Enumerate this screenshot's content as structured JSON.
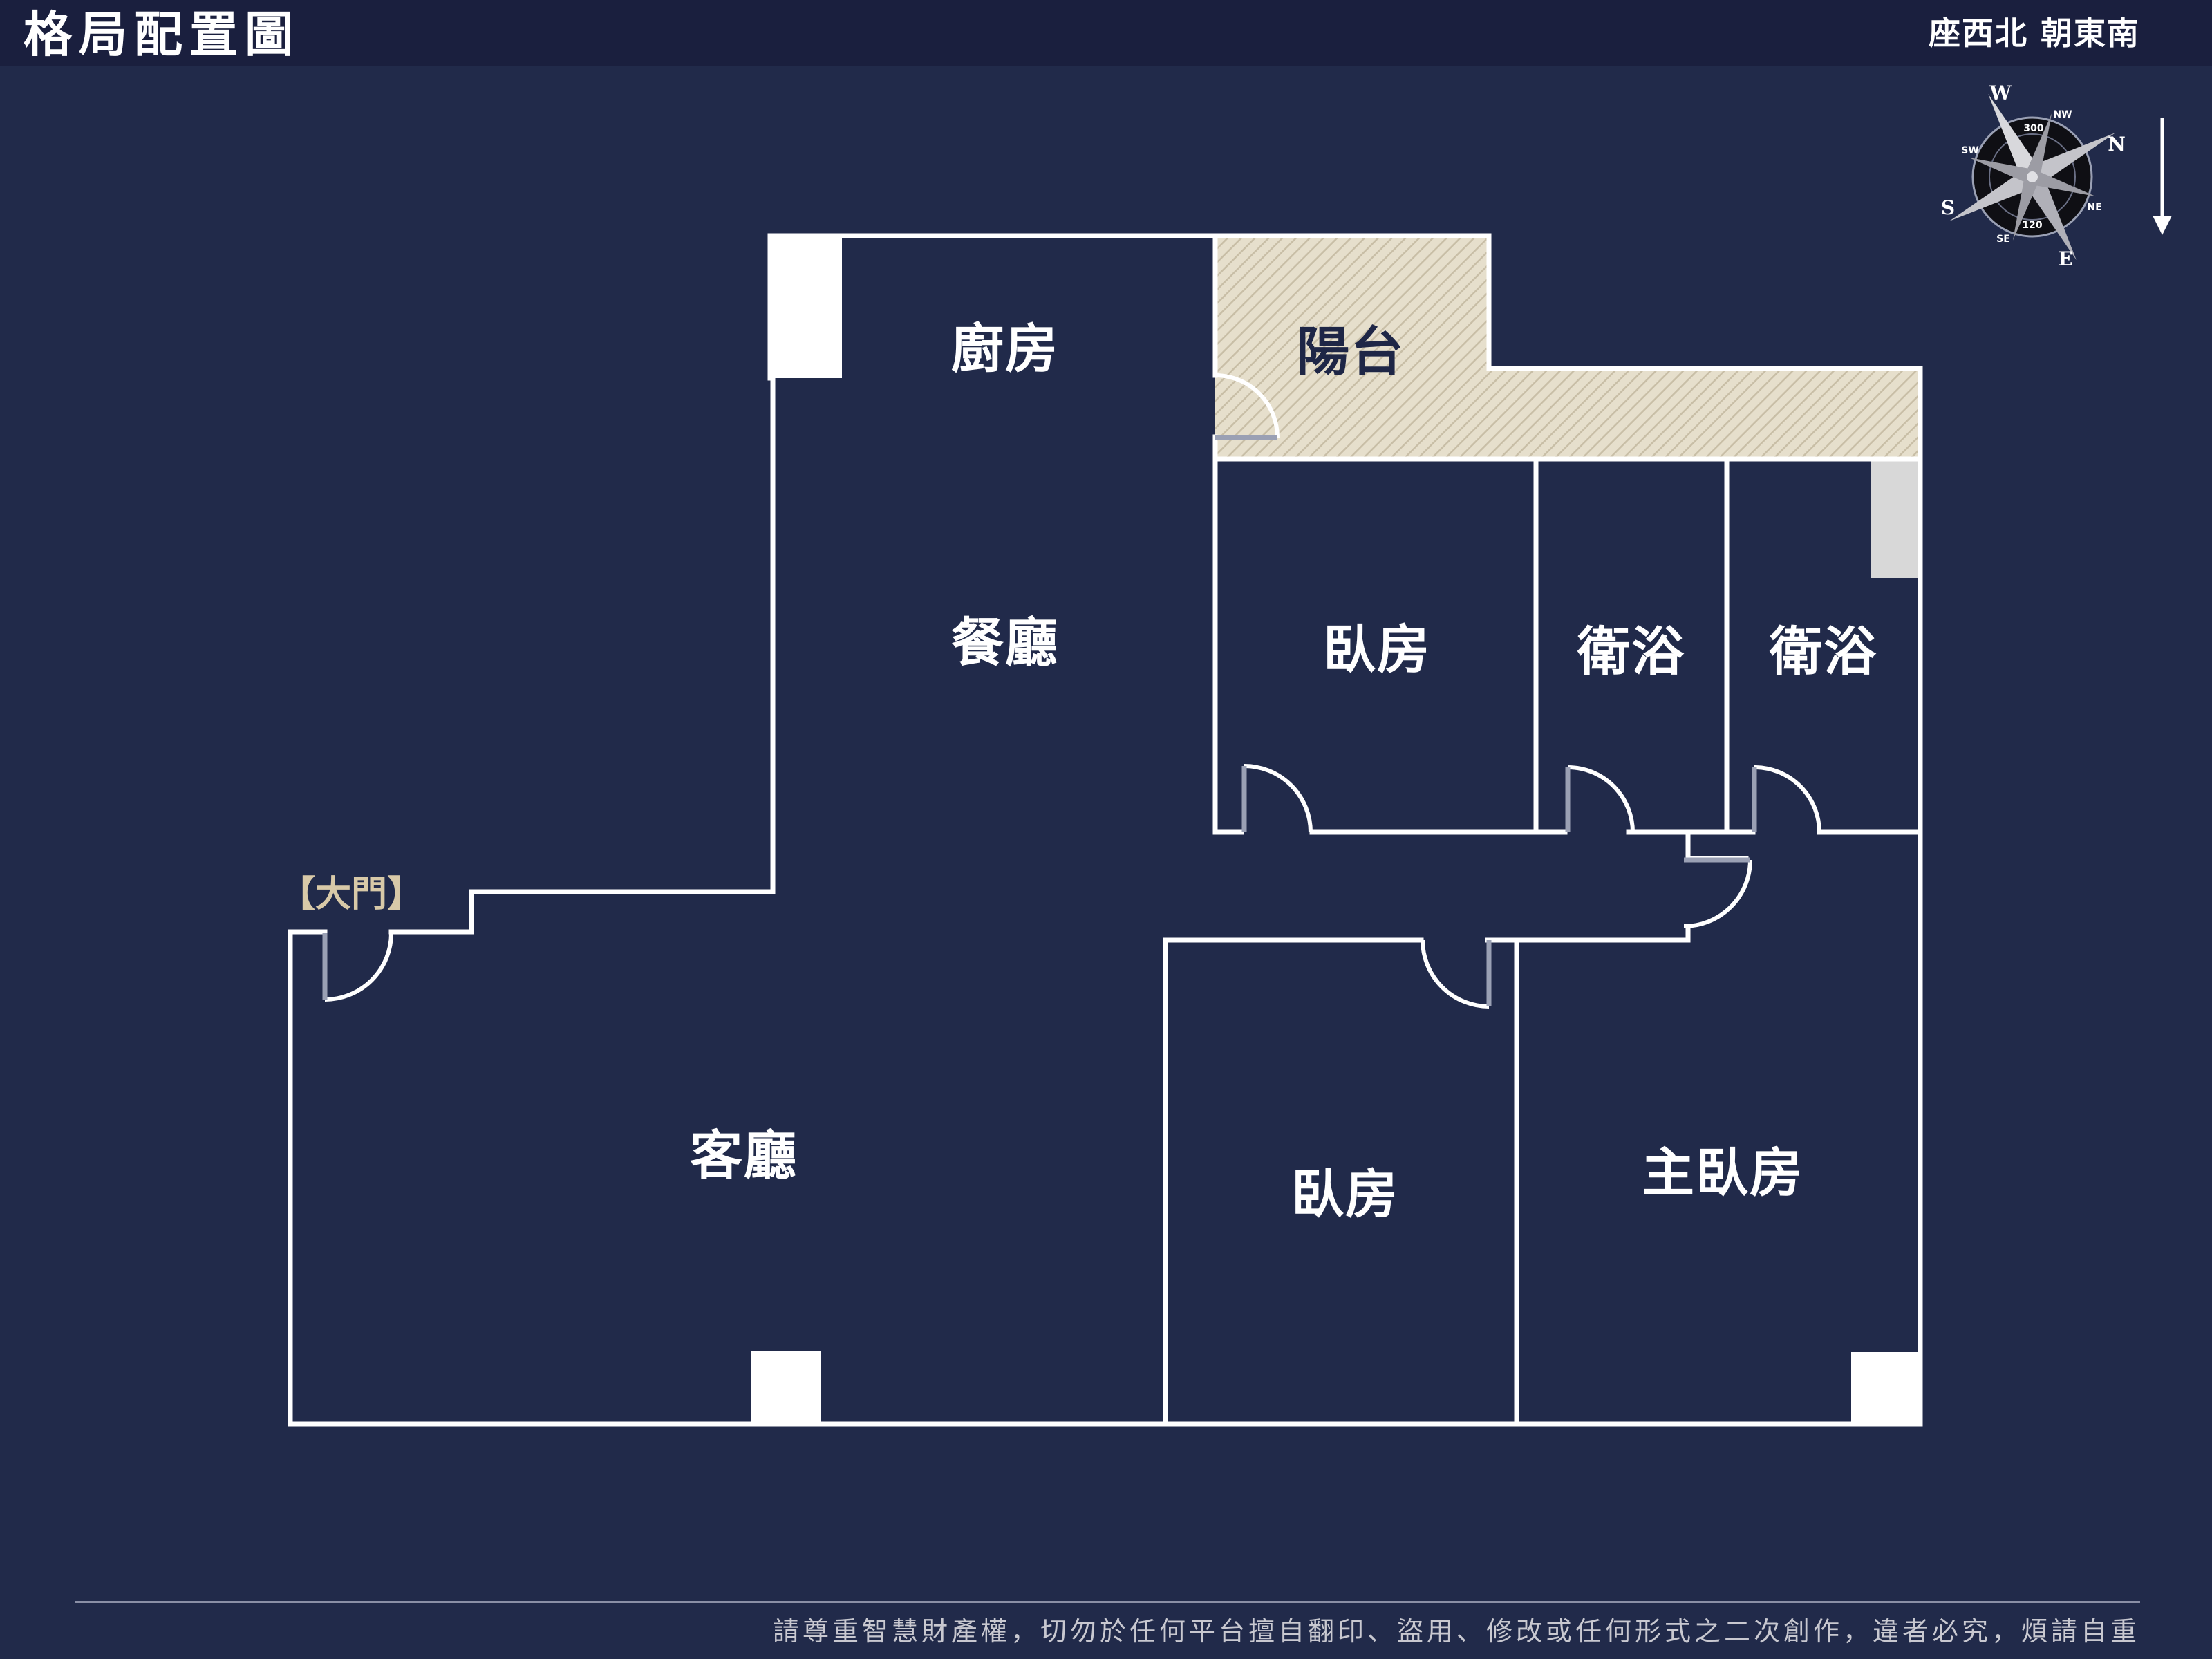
{
  "header": {
    "title": "格局配置圖",
    "orientation": "座西北 朝東南"
  },
  "compass": {
    "letters": [
      "W",
      "N",
      "S",
      "E"
    ],
    "intercardinals": [
      "NW",
      "SW",
      "NE",
      "SE"
    ],
    "numbers": [
      "300",
      "120"
    ]
  },
  "rooms": {
    "kitchen": "廚房",
    "balcony": "陽台",
    "dining": "餐廳",
    "bedroom_top": "臥房",
    "bath_1": "衛浴",
    "bath_2": "衛浴",
    "living": "客廳",
    "bedroom_bottom": "臥房",
    "master_bedroom": "主臥房"
  },
  "entrance_label": "【大門】",
  "footer": {
    "copyright": "請尊重智慧財產權，切勿於任何平台擅自翻印、盜用、修改或任何形式之二次創作，違者必究，煩請自重"
  },
  "colors": {
    "background": "#212a4a",
    "header_bar": "#1a1f3e",
    "wall": "#ffffff",
    "balcony_fill": "#e6dfcc",
    "entrance_label": "#d8c9a8"
  }
}
